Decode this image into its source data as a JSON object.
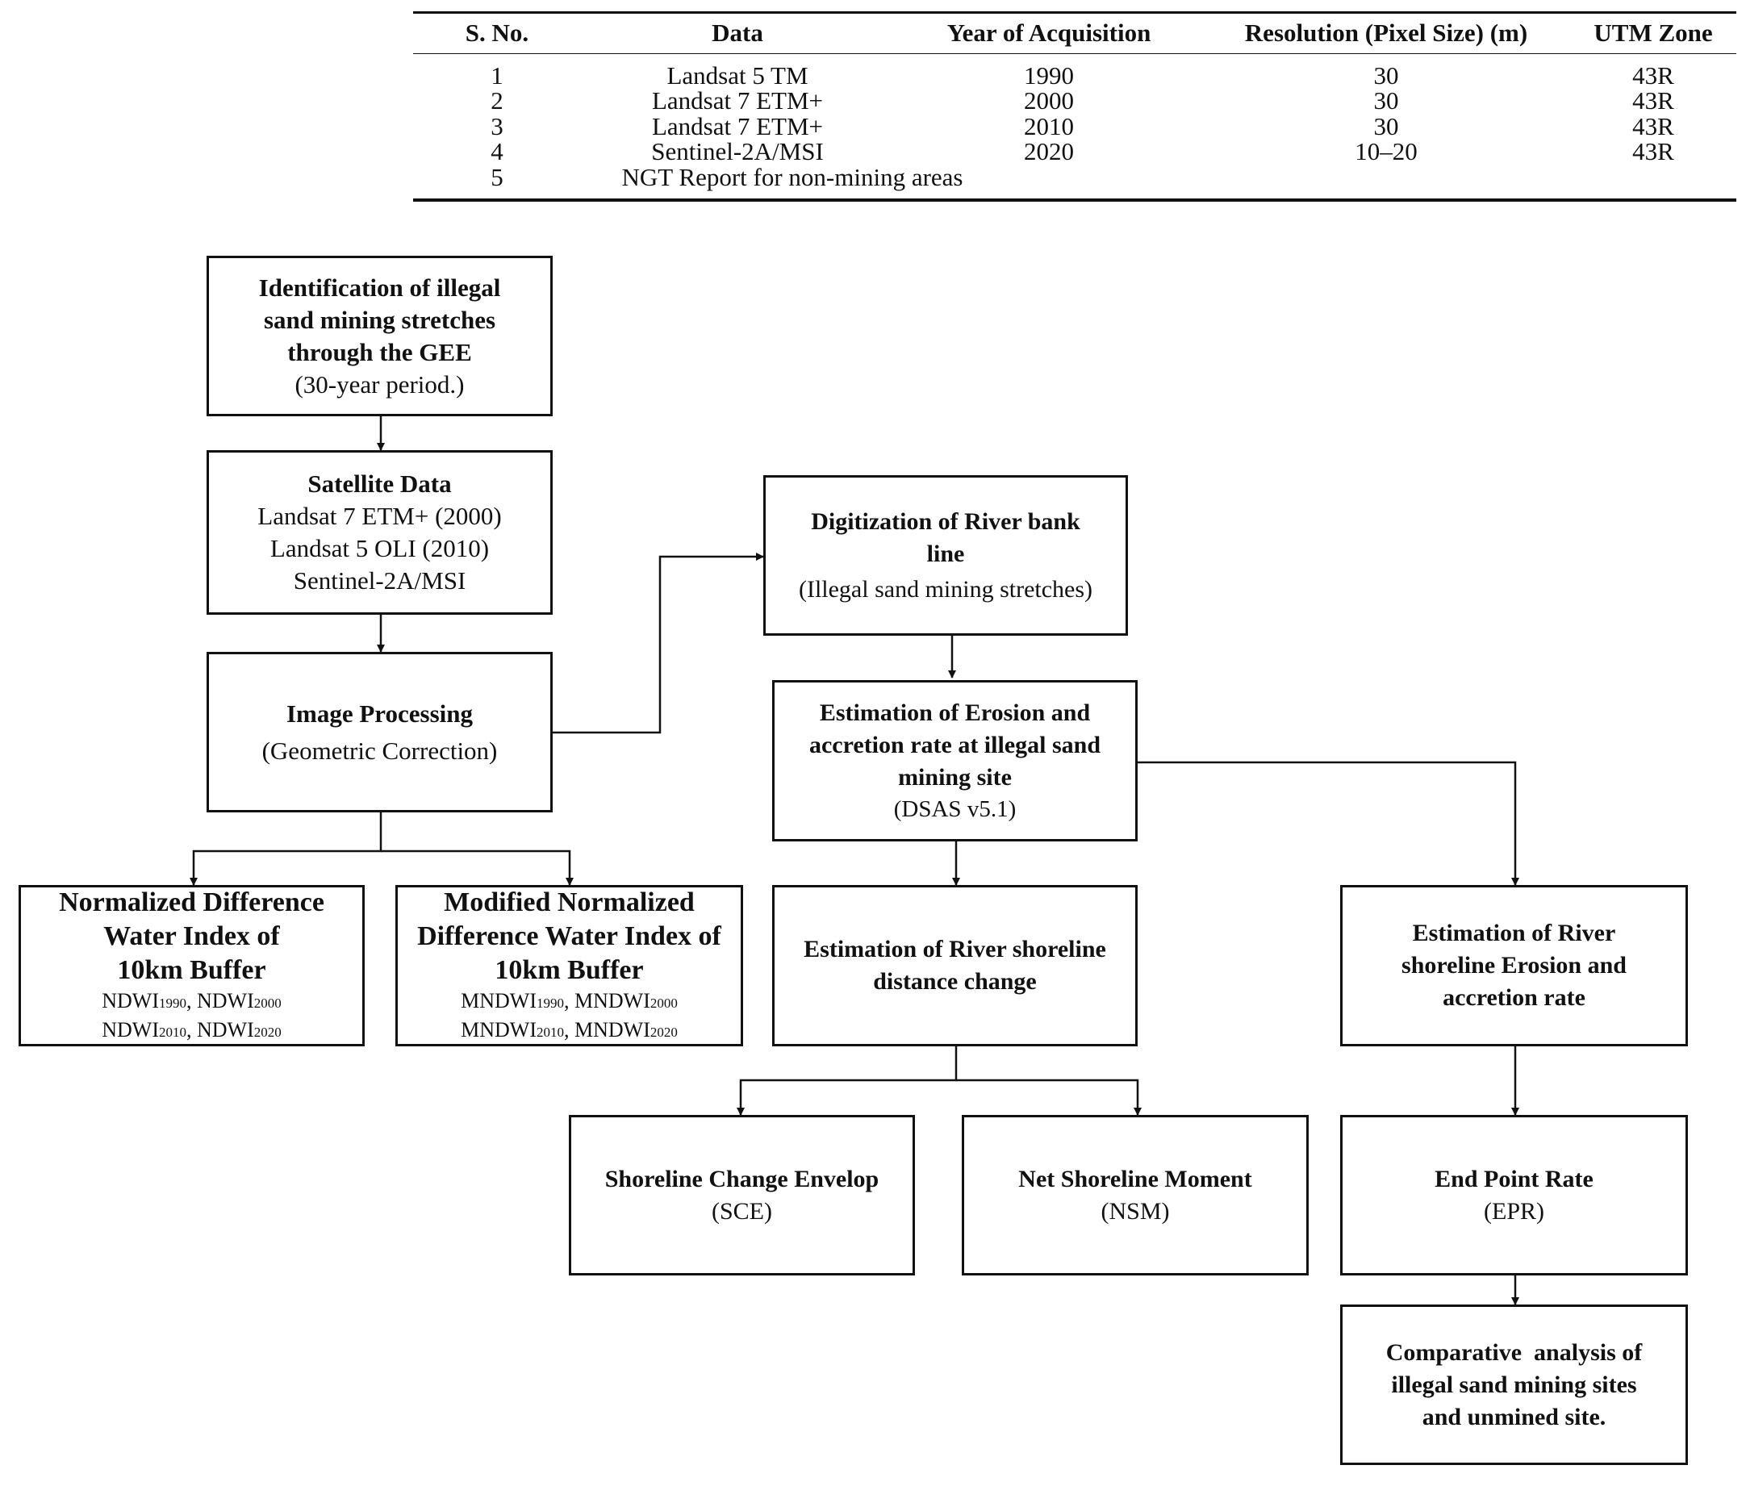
{
  "table": {
    "headers": [
      "S. No.",
      "Data",
      "Year of Acquisition",
      "Resolution (Pixel Size) (m)",
      "UTM Zone"
    ],
    "rows": [
      [
        "1",
        "Landsat 5 TM",
        "1990",
        "30",
        "43R"
      ],
      [
        "2",
        "Landsat 7 ETM+",
        "2000",
        "30",
        "43R"
      ],
      [
        "3",
        "Landsat 7 ETM+",
        "2010",
        "30",
        "43R"
      ],
      [
        "4",
        "Sentinel-2A/MSI",
        "2020",
        "10–20",
        "43R"
      ],
      [
        "5",
        "NGT Report for non-mining areas",
        "",
        "",
        ""
      ]
    ]
  },
  "flowchart": {
    "identification": {
      "lines": [
        "Identification of illegal",
        "sand mining stretches",
        "through the GEE"
      ],
      "sub": "(30-year period.)"
    },
    "satellite": {
      "title": "Satellite Data",
      "lines": [
        "Landsat 7 ETM+ (2000)",
        "Landsat 5 OLI (2010)",
        "Sentinel-2A/MSI"
      ]
    },
    "image_processing": {
      "title": "Image Processing",
      "sub": "(Geometric Correction)"
    },
    "ndwi": {
      "lines": [
        "Normalized Difference",
        "Water Index of",
        "10km Buffer"
      ],
      "idx_prefix": "NDWI",
      "years": [
        "1990",
        "2000",
        "2010",
        "2020"
      ]
    },
    "mndwi": {
      "lines": [
        "Modified Normalized",
        "Difference Water Index of",
        "10km Buffer"
      ],
      "idx_prefix": "MNDWI",
      "years": [
        "1990",
        "2000",
        "2010",
        "2020"
      ]
    },
    "digitization": {
      "lines": [
        "Digitization of River bank",
        "line"
      ],
      "sub": "(Illegal sand mining stretches)"
    },
    "estimation_erosion": {
      "lines": [
        "Estimation of Erosion and",
        "accretion rate at illegal sand",
        "mining site"
      ],
      "sub": "(DSAS v5.1)"
    },
    "distance_change": {
      "lines": [
        "Estimation of River shoreline",
        "distance change"
      ]
    },
    "shoreline_rate": {
      "lines": [
        "Estimation of River",
        "shoreline Erosion and",
        "accretion rate"
      ]
    },
    "sce": {
      "title": "Shoreline Change Envelop",
      "sub": "(SCE)"
    },
    "nsm": {
      "title": "Net Shoreline Moment",
      "sub": "(NSM)"
    },
    "epr": {
      "title": "End Point Rate",
      "sub": "(EPR)"
    },
    "comparative": {
      "lines": [
        "Comparative  analysis of",
        "illegal sand mining sites",
        "and unmined site."
      ]
    }
  }
}
